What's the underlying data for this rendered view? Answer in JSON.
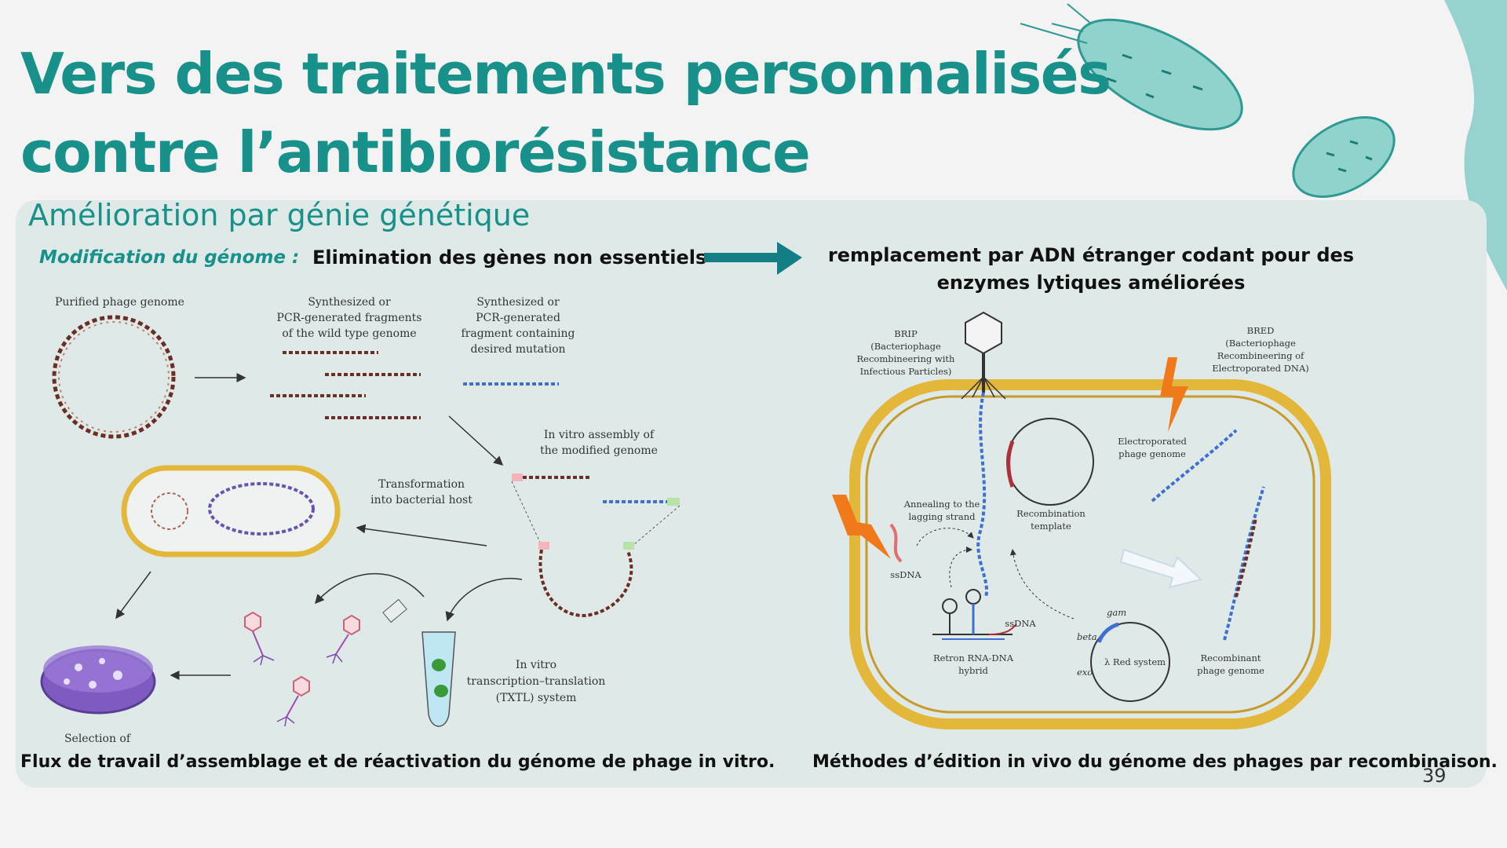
{
  "title": {
    "line1": "Vers des traitements personnalisés",
    "line2": "contre l’antibiorésistance"
  },
  "subtitle": "Amélioration par génie génétique",
  "modification": {
    "label": "Modification du génome :",
    "elimination": "Elimination des gènes non essentiels",
    "replacement_line1": "remplacement par  ADN étranger codant pour des",
    "replacement_line2": "enzymes lytiques améliorées"
  },
  "left_diagram": {
    "purified": "Purified phage genome",
    "synth_wt": [
      "Synthesized or",
      "PCR-generated fragments",
      "of the wild type genome"
    ],
    "synth_mut": [
      "Synthesized or",
      "PCR-generated",
      "fragment containing",
      "desired mutation"
    ],
    "assembly": [
      "In vitro assembly of",
      "the modified genome"
    ],
    "transformation": [
      "Transformation",
      "into bacterial host"
    ],
    "txtl": [
      "In vitro",
      "transcription–translation",
      "(TXTL) system"
    ],
    "selection": "Selection of"
  },
  "right_diagram": {
    "brip": [
      "BRIP",
      "(Bacteriophage",
      "Recombineering with",
      "Infectious Particles)"
    ],
    "bred": [
      "BRED",
      "(Bacteriophage",
      "Recombineering of",
      "Electroporated DNA)"
    ],
    "electroporated": [
      "Electroporated",
      "phage genome"
    ],
    "annealing": [
      "Annealing to the",
      "lagging strand"
    ],
    "recomb_template": [
      "Recombination",
      "template"
    ],
    "ssdna_left": "ssDNA",
    "ssdna_right": "ssDNA",
    "retron": [
      "Retron RNA-DNA",
      "hybrid"
    ],
    "gam": "gam",
    "beta": "beta",
    "exo": "exo",
    "red_system": "λ Red system",
    "recombinant": [
      "Recombinant",
      "phage genome"
    ]
  },
  "captions": {
    "left": "Flux de travail d’assemblage et de réactivation du génome de phage in vitro.",
    "right": "Méthodes d’édition in vivo du génome des phages par recombinaison."
  },
  "page_number": "39",
  "colors": {
    "teal": "#17918a",
    "arrow": "#137f84",
    "panel": "#dfe9e8",
    "membrane": "#e3b83a",
    "dna_dark": "#6b2e24",
    "dna_blue": "#3f6fd0",
    "lightning": "#f07a1a"
  },
  "icons": [
    "bacterium-icon",
    "arrow-right-icon",
    "lightning-icon",
    "phage-icon",
    "petri-dish-icon",
    "tube-icon"
  ]
}
